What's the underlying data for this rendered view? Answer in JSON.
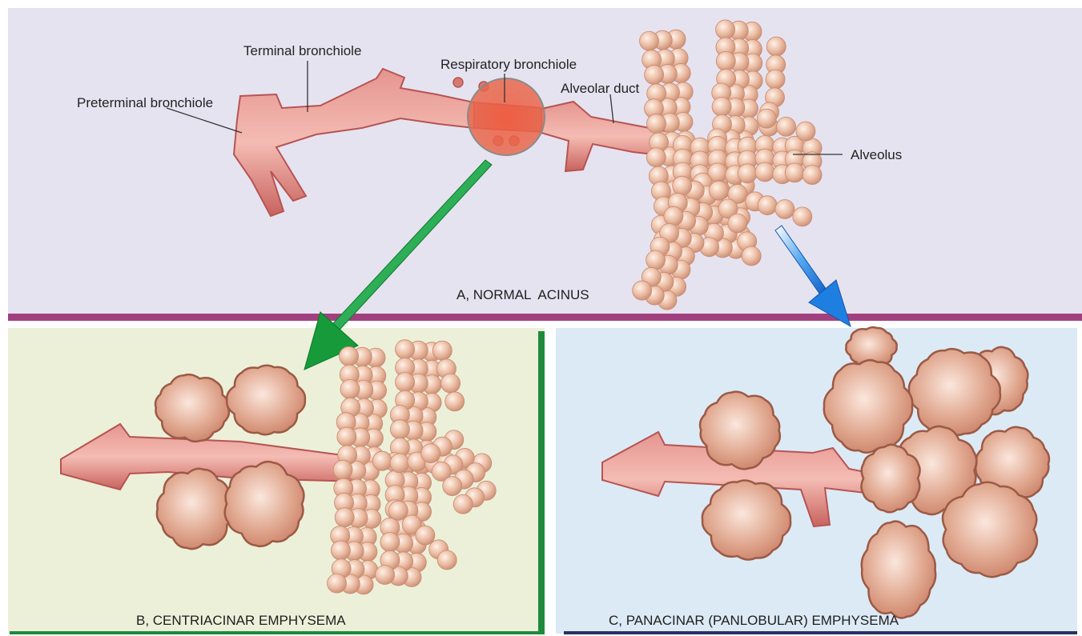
{
  "panel_a": {
    "title": "A, NORMAL  ACINUS",
    "labels": {
      "terminal_bronchiole": "Terminal bronchiole",
      "preterminal_bronchiole": "Preterminal bronchiole",
      "respiratory_bronchiole": "Respiratory bronchiole",
      "alveolar_duct": "Alveolar duct",
      "alveolus": "Alveolus"
    }
  },
  "panel_b": {
    "title": "B, CENTRIACINAR EMPHYSEMA"
  },
  "panel_c": {
    "title": "C, PANACINAR (PANLOBULAR) EMPHYSEMA"
  },
  "colors": {
    "panel_a_bg": "#e6e3f1",
    "panel_b_bg": "#ecf0d9",
    "panel_c_bg": "#dceaf6",
    "divider_purple": "#a2407f",
    "border_green": "#1f8a3c",
    "border_navy": "#283064",
    "airway": "#cf6e6a",
    "alveoli": "#e9b79f",
    "enlarged_sac": "#d59882",
    "arrow_green": "#169a3a",
    "arrow_blue": "#1e7fe0"
  }
}
